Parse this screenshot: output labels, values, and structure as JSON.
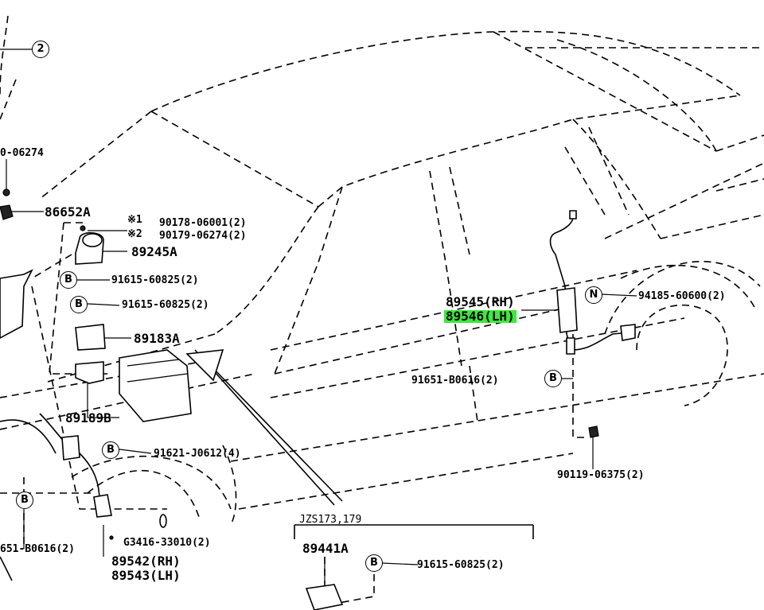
{
  "callouts": {
    "ref_circle": "2",
    "p0627_partial": "0-06274",
    "p86652a": "86652A",
    "note1_mark": "※1",
    "note1_part": "90178-06001(2)",
    "note2_mark": "※2",
    "note2_part": "90179-06274(2)",
    "p89245a": "89245A",
    "p91615_a": "91615-60825(2)",
    "p91615_b": "91615-60825(2)",
    "p89183a": "89183A",
    "p89189b": "89189B",
    "p91621": "91621-J0612(4)",
    "p651_partial": "651-B0616(2)",
    "g3416": "G3416-33010(2)",
    "p89542": "89542(RH)",
    "p89543": "89543(LH)",
    "p89545": "89545(RH)",
    "p89546": "89546(LH)",
    "p91651": "91651-B0616(2)",
    "p94185": "94185-60600(2)",
    "p90119": "90119-06375(2)",
    "jzs": "JZS173,179",
    "p89441a": "89441A",
    "p91615_c": "91615-60825(2)",
    "bolt_mark": "B",
    "nut_mark": "N"
  },
  "highlight_color": "#3ee83e"
}
